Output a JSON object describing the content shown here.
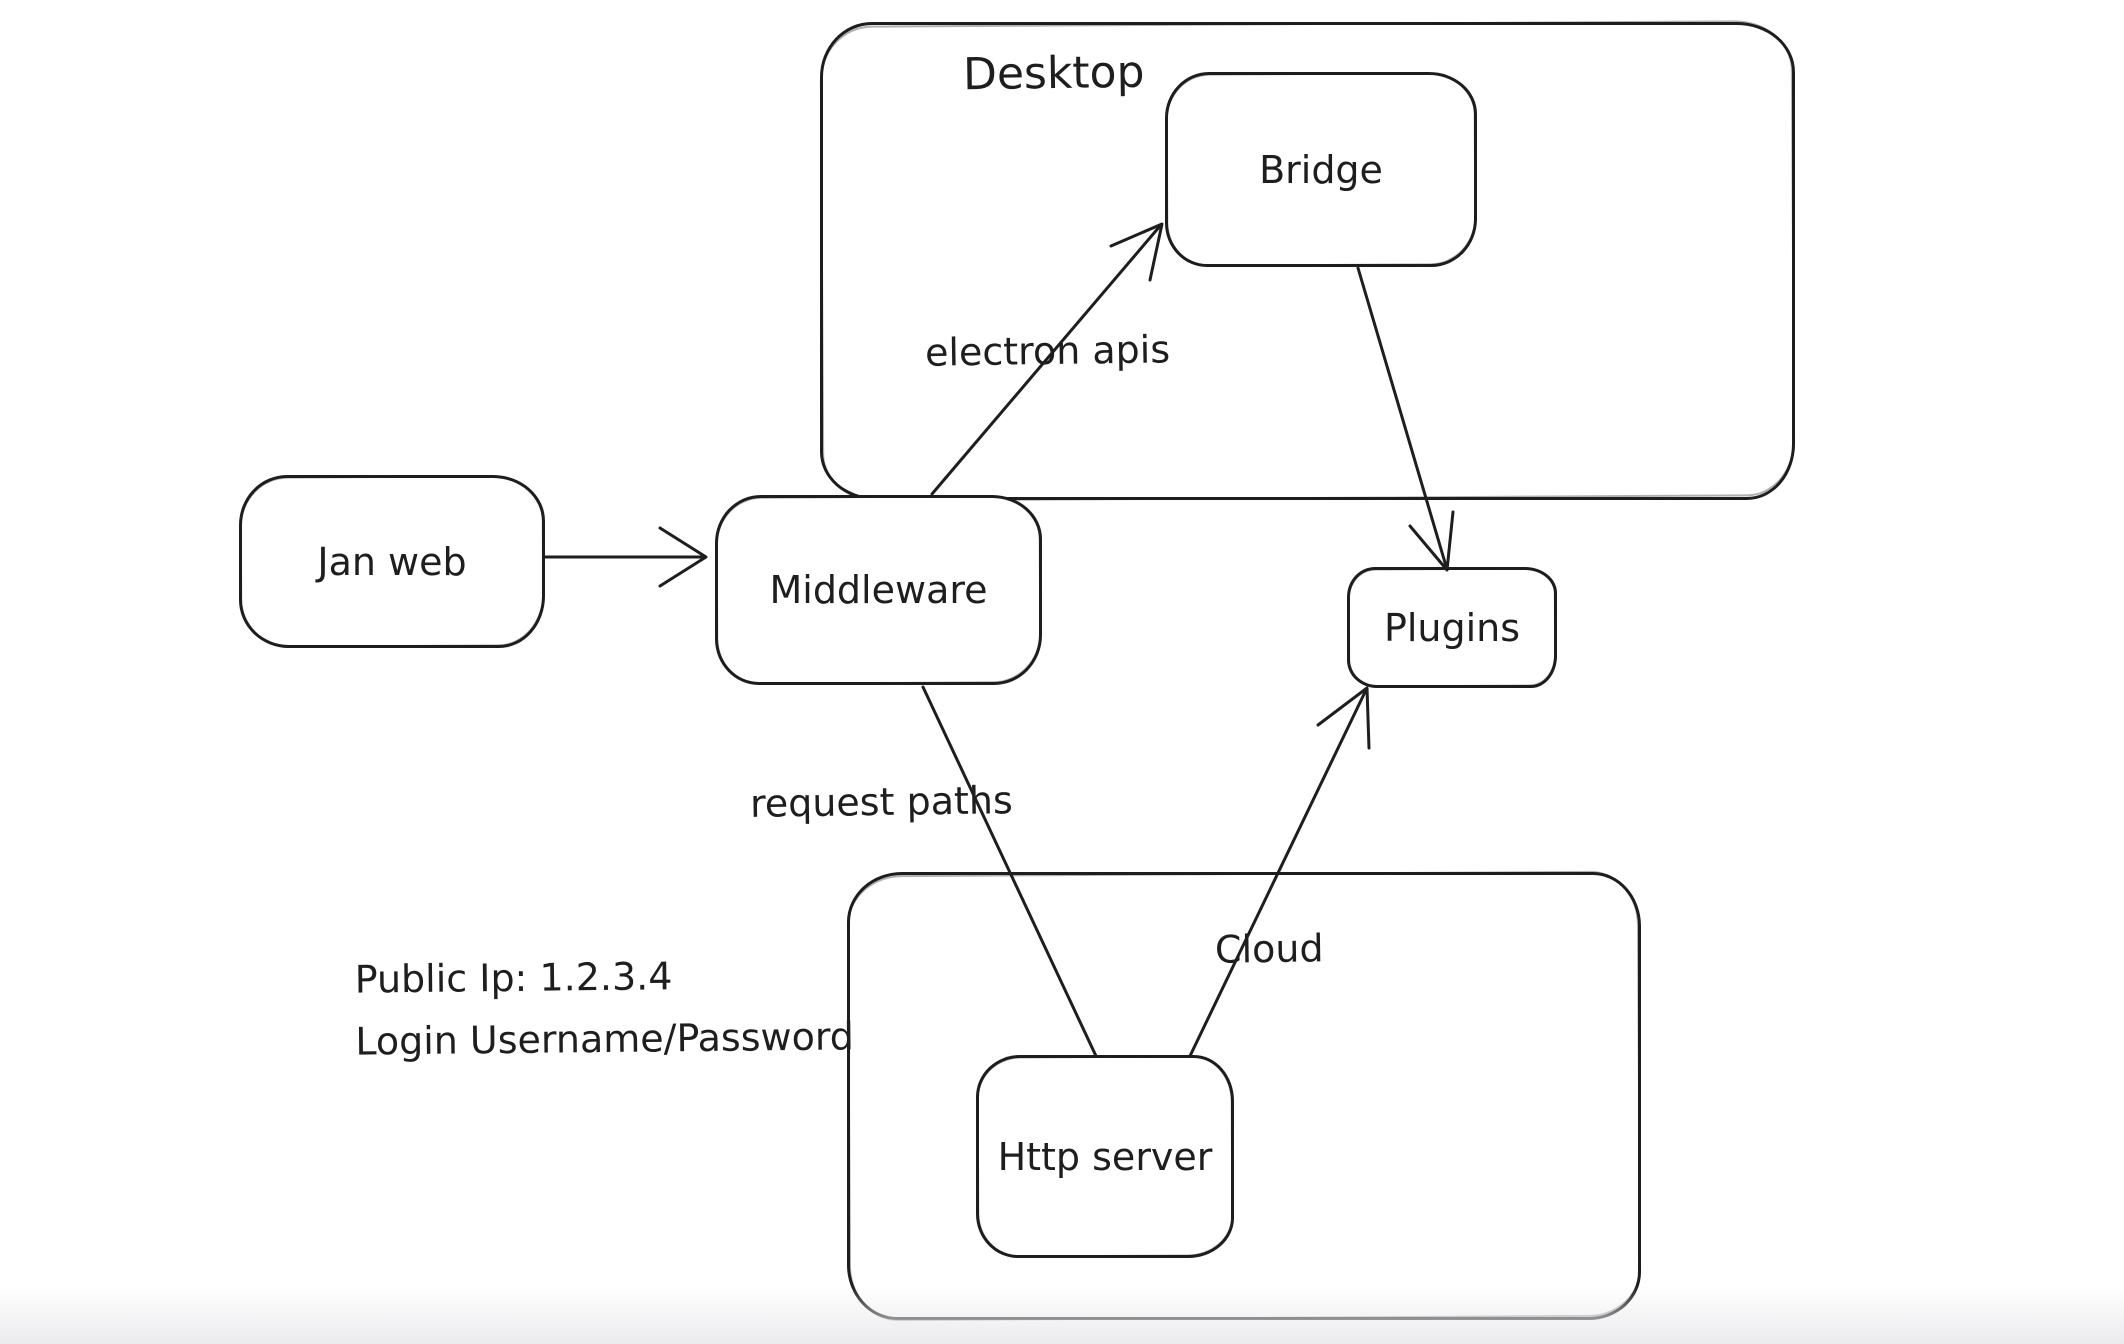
{
  "canvas": {
    "background_color": "#ffffff",
    "stroke_color": "#1e1e1e",
    "bottom_fade_color": "#ebebee"
  },
  "diagram": {
    "containers": [
      {
        "id": "desktop",
        "label": "Desktop"
      },
      {
        "id": "cloud",
        "label": "Cloud"
      }
    ],
    "nodes": [
      {
        "id": "jan-web",
        "label": "Jan web"
      },
      {
        "id": "middleware",
        "label": "Middleware"
      },
      {
        "id": "bridge",
        "label": "Bridge"
      },
      {
        "id": "plugins",
        "label": "Plugins"
      },
      {
        "id": "http-server",
        "label": "Http server"
      }
    ],
    "edges": [
      {
        "from": "jan-web",
        "to": "middleware",
        "label": ""
      },
      {
        "from": "middleware",
        "to": "bridge",
        "label": "electron apis"
      },
      {
        "from": "bridge",
        "to": "plugins",
        "label": ""
      },
      {
        "from": "middleware",
        "to": "http-server",
        "label": "request paths"
      },
      {
        "from": "http-server",
        "to": "plugins",
        "label": ""
      }
    ],
    "note": {
      "lines": [
        "Public Ip: 1.2.3.4",
        "Login Username/Password"
      ]
    }
  }
}
